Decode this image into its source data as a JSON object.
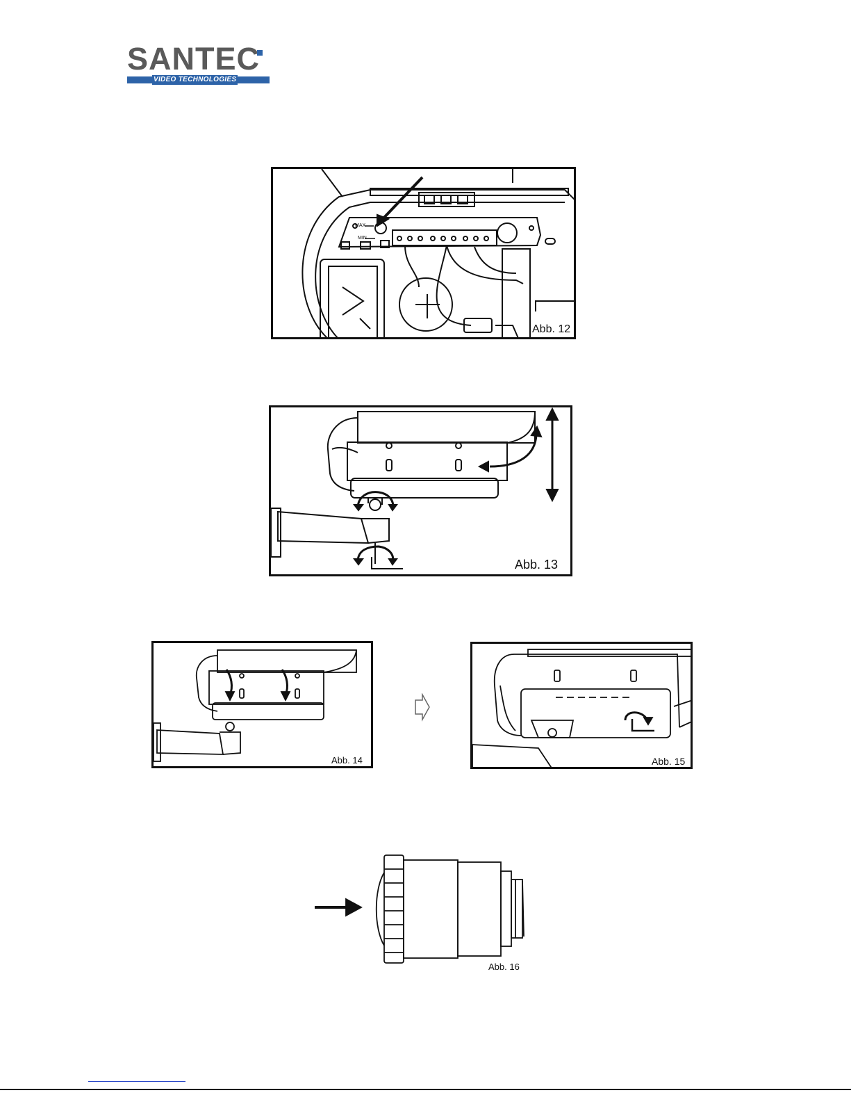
{
  "logo": {
    "name": "SANTEC",
    "tagline": "VIDEO TECHNOLOGIES",
    "brand_color": "#2d63a8",
    "text_color": "#5a5a5a"
  },
  "figures": [
    {
      "id": "fig12",
      "caption": "Abb. 12",
      "labels": {
        "max": "MAX",
        "min": "MIN"
      }
    },
    {
      "id": "fig13",
      "caption": "Abb. 13"
    },
    {
      "id": "fig14",
      "caption": "Abb. 14"
    },
    {
      "id": "fig15",
      "caption": "Abb. 15"
    },
    {
      "id": "fig16",
      "caption": "Abb. 16"
    }
  ]
}
